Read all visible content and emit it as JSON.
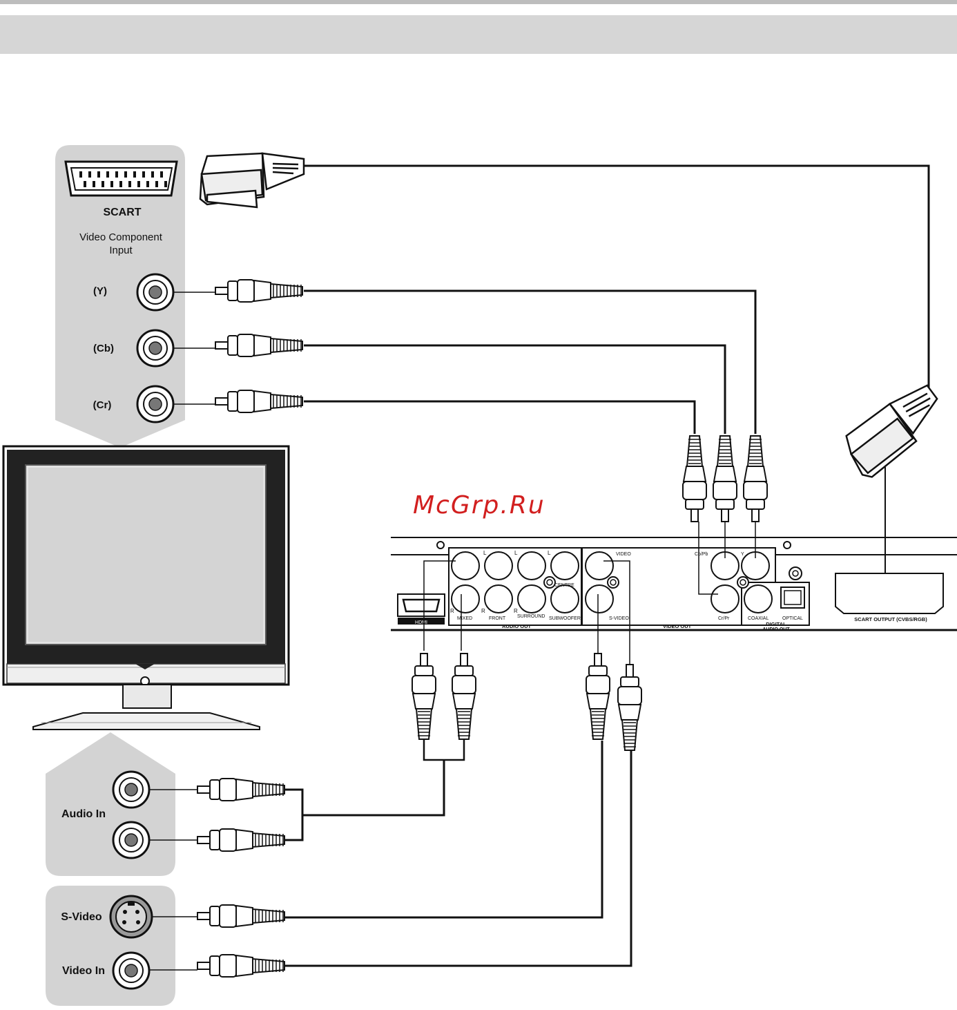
{
  "header": {
    "top_rule_color": "#bdbdbd",
    "band_color": "#d6d6d6"
  },
  "watermark": {
    "text": "McGrp.Ru",
    "color": "#d21f1f"
  },
  "tv_panel": {
    "scart_label": "SCART",
    "component_label_line1": "Video Component",
    "component_label_line2": "Input",
    "y_label": "(Y)",
    "cb_label": "(Cb)",
    "cr_label": "(Cr)",
    "audio_in_label": "Audio In",
    "svideo_label": "S-Video",
    "video_in_label": "Video In",
    "panel_color": "#d3d3d3"
  },
  "player_panel": {
    "jacks": {
      "l1": "L",
      "l2": "L",
      "l3": "L",
      "r1": "R",
      "r2": "R",
      "r3": "R",
      "centre": "CENTRE",
      "mixed": "MIXED",
      "front": "FRONT",
      "surround": "SURROUND",
      "subwoofer": "SUBWOOFER",
      "video": "VIDEO",
      "svideo": "S-VIDEO",
      "cb_pb": "Cb/Pb",
      "y": "Y",
      "cr_pr": "Cr/Pr",
      "coaxial": "COAXIAL",
      "optical": "OPTICAL",
      "hdmi": "HDMI"
    },
    "section_labels": {
      "audio_out": "AUDIO OUT",
      "video_out": "VIDEO OUT",
      "digital_line1": "DIGITAL",
      "digital_line2": "AUDIO OUT",
      "scart_output": "SCART OUTPUT (CVBS/RGB)"
    }
  },
  "icons": [
    "scart-connector-icon",
    "rca-jack-icon",
    "svideo-jack-icon",
    "rca-plug-icon",
    "scart-plug-icon",
    "tv-icon",
    "hdmi-port-icon",
    "optical-port-icon"
  ]
}
